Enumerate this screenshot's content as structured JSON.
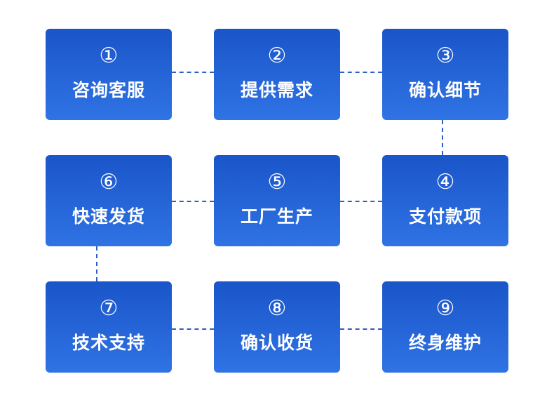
{
  "steps": [
    {
      "num": "①",
      "label": "咨询客服"
    },
    {
      "num": "②",
      "label": "提供需求"
    },
    {
      "num": "③",
      "label": "确认细节"
    },
    {
      "num": "④",
      "label": "支付款项"
    },
    {
      "num": "⑤",
      "label": "工厂生产"
    },
    {
      "num": "⑥",
      "label": "快速发货"
    },
    {
      "num": "⑦",
      "label": "技术支持"
    },
    {
      "num": "⑧",
      "label": "确认收货"
    },
    {
      "num": "⑨",
      "label": "终身维护"
    }
  ],
  "colors": {
    "box_top": "#1a55c9",
    "box_bottom": "#2f73e4",
    "connector": "#2a5fc4",
    "text": "#ffffff"
  }
}
